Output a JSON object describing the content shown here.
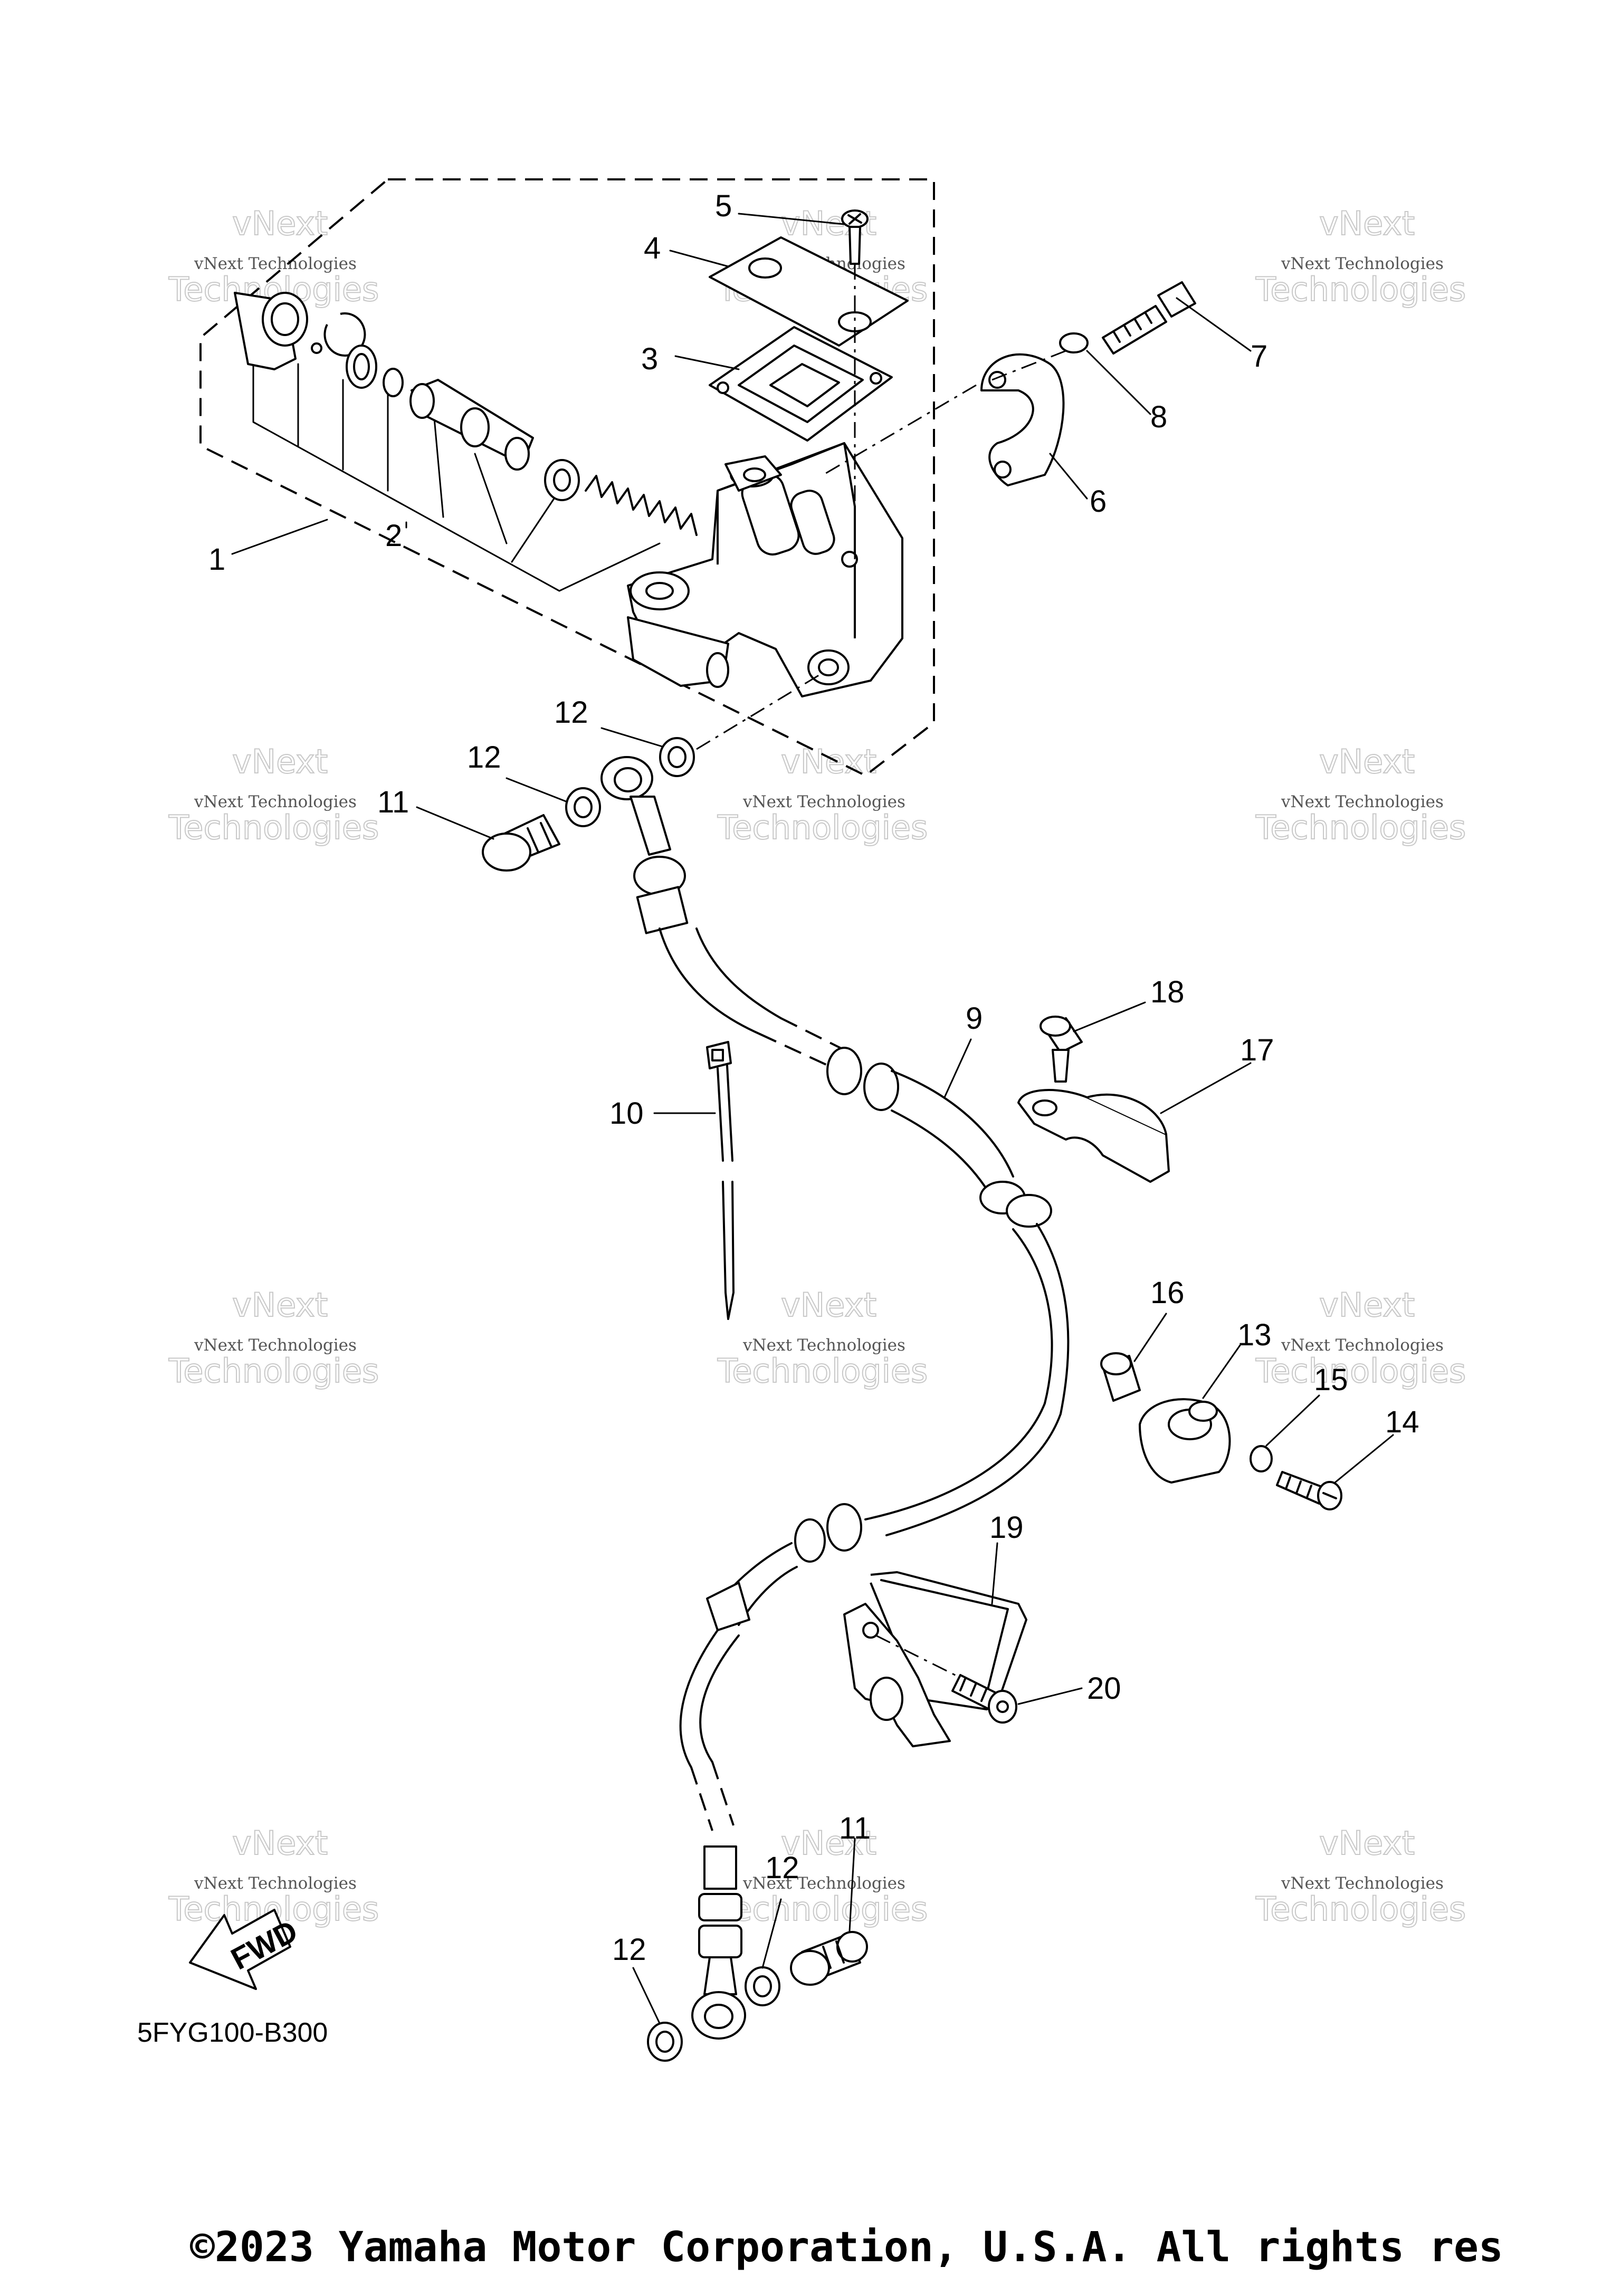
{
  "diagram_code": "5FYG100-B300",
  "fwd_label": "FWD",
  "copyright": "©2023 Yamaha Motor Corporation, U.S.A. All rights res",
  "watermark": {
    "line1": "vNext Technologies",
    "line2": "vNext",
    "line3": "Technologies"
  },
  "callouts": [
    "1",
    "2",
    "3",
    "4",
    "5",
    "6",
    "7",
    "8",
    "9",
    "10",
    "11",
    "11",
    "12",
    "12",
    "12",
    "12",
    "13",
    "14",
    "15",
    "16",
    "17",
    "18",
    "19",
    "20"
  ],
  "icons": [
    "fwd-arrow-icon"
  ]
}
